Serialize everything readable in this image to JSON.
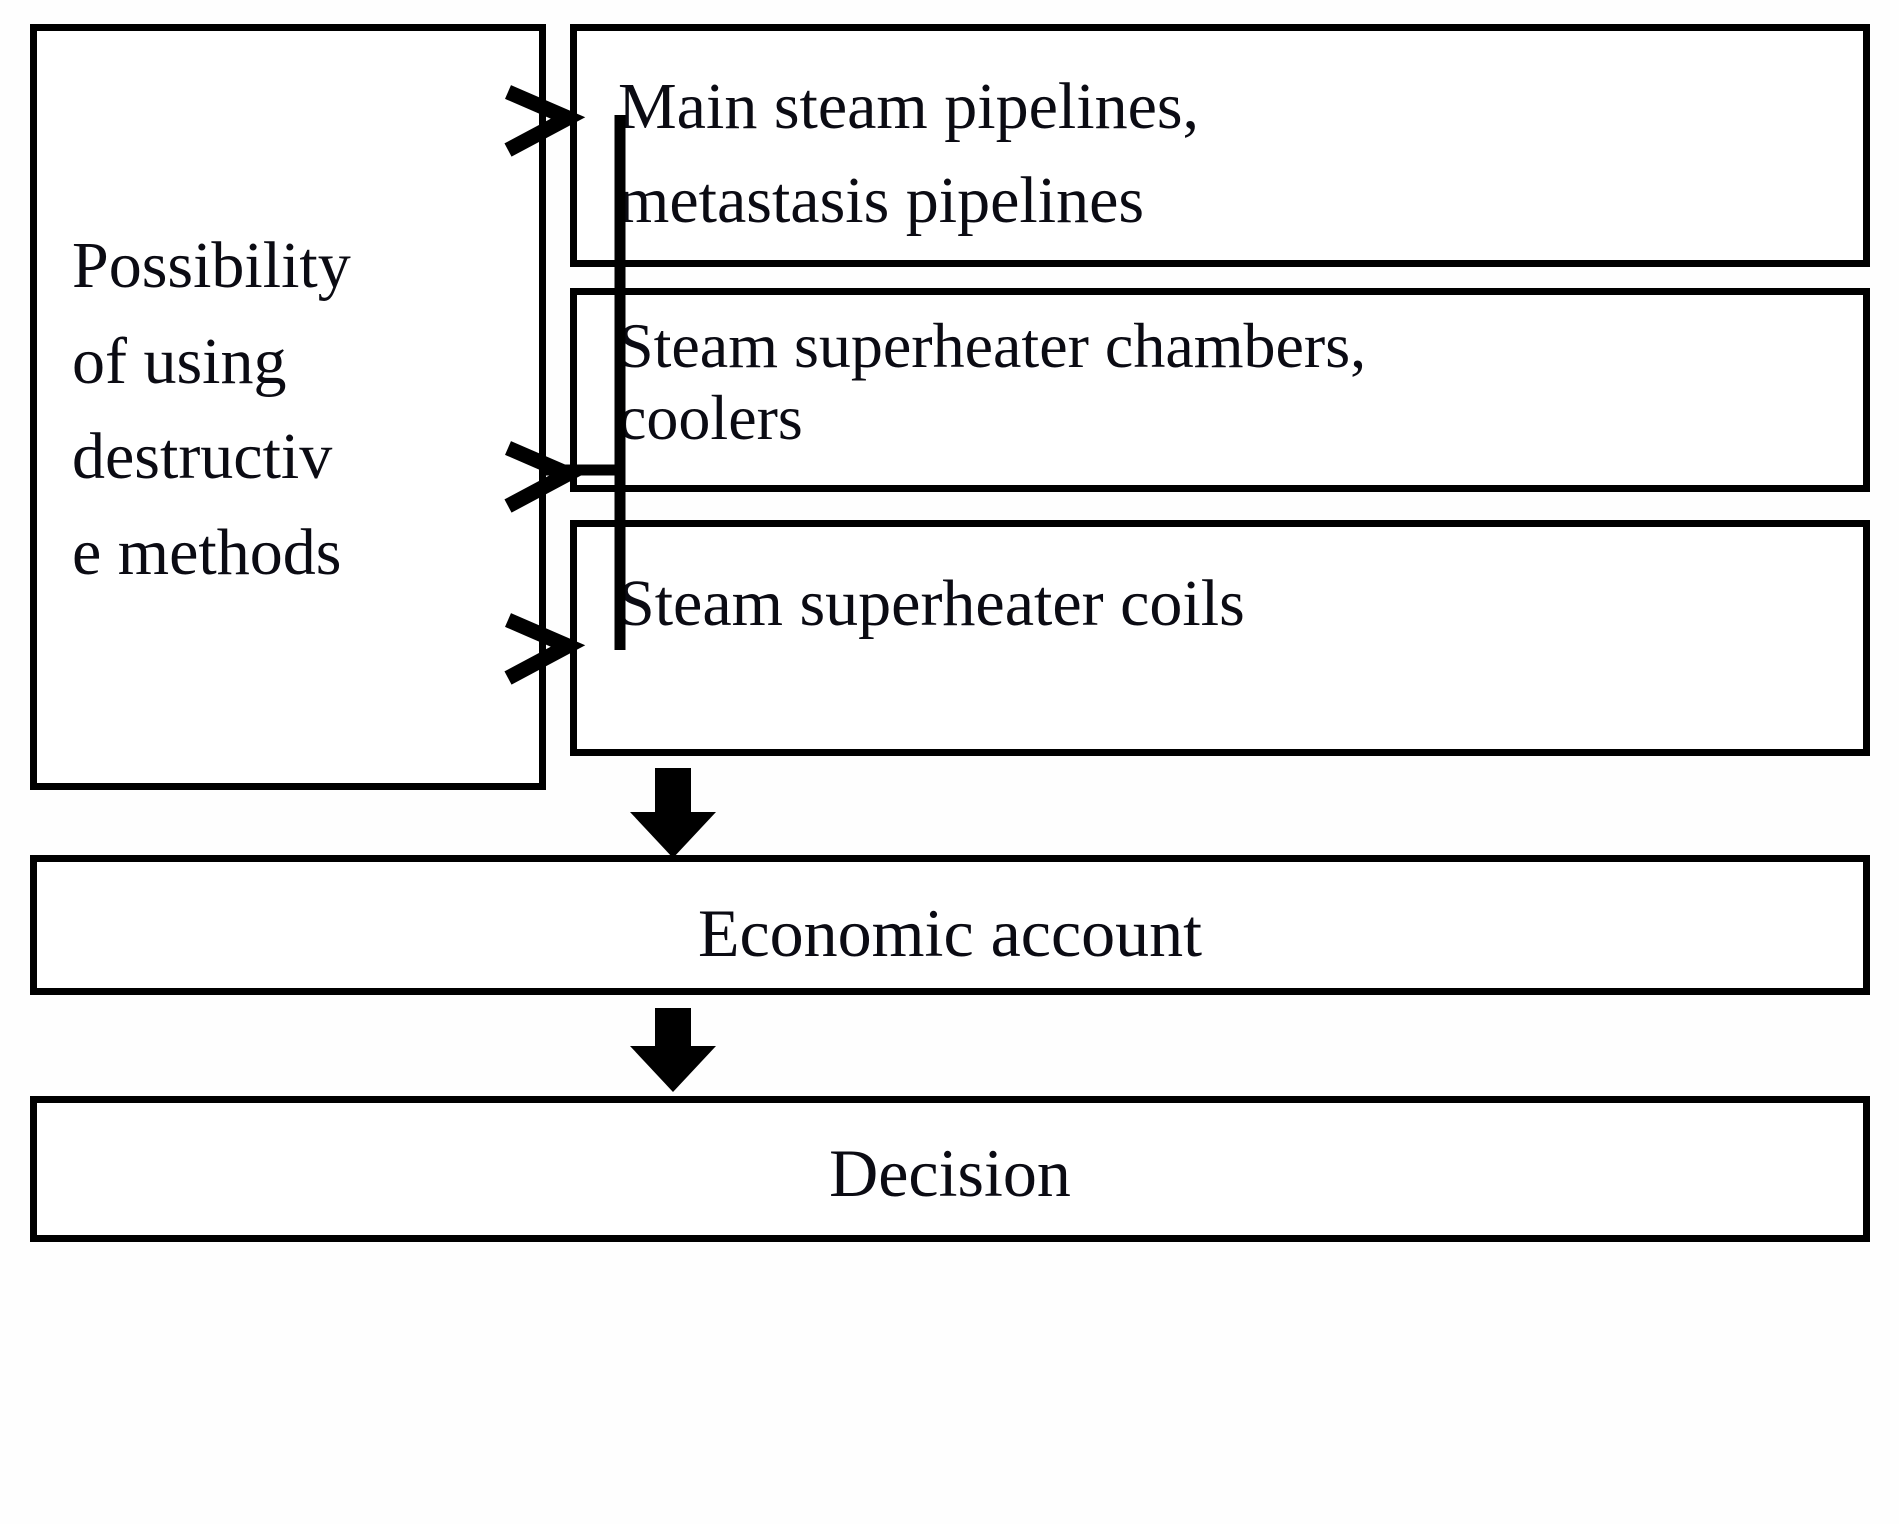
{
  "diagram": {
    "title": "Possibility of using destructive methods flow",
    "type": "flowchart",
    "background_color": "#ffffff",
    "line_color": "#000000",
    "text_color": "#0b0b13",
    "nodes": {
      "source": {
        "id": "possibility",
        "label": "Possibility\nof using\ndestructiv\ne methods"
      },
      "branch_1": {
        "id": "main-steam-pipelines",
        "label": "Main steam pipelines,\nmetastasis pipelines"
      },
      "branch_2": {
        "id": "superheater-chambers",
        "label": "Steam superheater chambers,\ncoolers"
      },
      "branch_3": {
        "id": "superheater-coils",
        "label": "Steam superheater coils"
      },
      "economic": {
        "id": "economic-account",
        "label": "Economic account"
      },
      "decision": {
        "id": "decision",
        "label": "Decision"
      }
    },
    "edges": [
      {
        "from": "possibility",
        "to": "main-steam-pipelines",
        "arrow": "right"
      },
      {
        "from": "possibility",
        "to": "superheater-chambers",
        "arrow": "right"
      },
      {
        "from": "possibility",
        "to": "superheater-coils",
        "arrow": "right"
      },
      {
        "from": "superheater-coils",
        "to": "economic-account",
        "arrow": "down"
      },
      {
        "from": "economic-account",
        "to": "decision",
        "arrow": "down"
      }
    ]
  }
}
